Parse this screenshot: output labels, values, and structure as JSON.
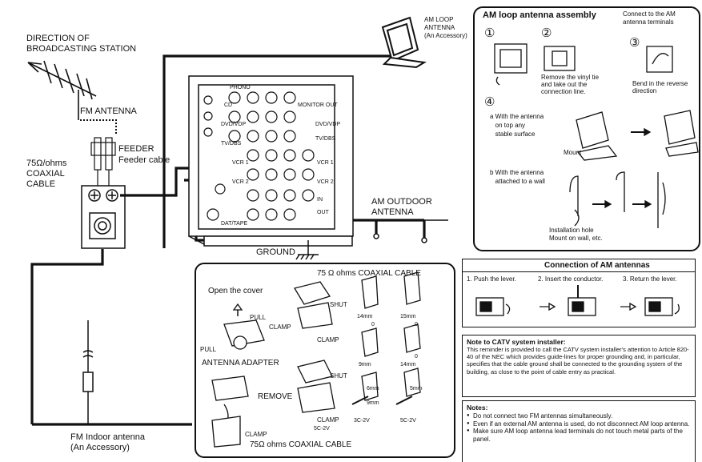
{
  "main_diagram": {
    "direction": "DIRECTION OF\nBROADCASTING STATION",
    "fm_antenna": "FM ANTENNA",
    "feeder": "FEEDER",
    "feeder_cable": "Feeder cable",
    "coax_label": "75Ω/ohms\nCOAXIAL\nCABLE",
    "am_loop": "AM LOOP\nANTENNA\n(An Accessory)",
    "am_outdoor": "AM OUTDOOR\nANTENNA",
    "ground": "GROUND",
    "fm_indoor": "FM Indoor antenna\n(An Accessory)"
  },
  "receiver_panel": {
    "labels": [
      "PHONO",
      "CD",
      "DVD/VDP",
      "TV/DBS",
      "VCR 1",
      "VCR 2",
      "DAT/TAPE",
      "MONITOR OUT",
      "DVD/VDP",
      "TV/DBS",
      "VCR 1",
      "VCR 2",
      "IN",
      "OUT"
    ]
  },
  "am_assembly": {
    "title": "AM loop antenna assembly",
    "step1": "①",
    "step2": "②",
    "step3": "③",
    "step4": "④",
    "connect": "Connect to the AM\nantenna terminals",
    "remove_vinyl": "Remove the vinyl tie\nand take out the\nconnection line.",
    "bend": "Bend in the reverse\ndirection",
    "a_text": "a With the antenna\n   on top any\n   stable surface",
    "mount": "Mount",
    "b_text": "b With the antenna\n   attached to a wall",
    "install": "Installation hole\nMount on wall, etc."
  },
  "coax_box": {
    "title": "75 Ω    ohms COAXIAL CABLE",
    "open_cover": "Open the cover",
    "pull": "PULL",
    "pull2": "PULL",
    "clamp": "CLAMP",
    "clamp2": "CLAMP",
    "clamp3": "CLAMP",
    "clamp4": "CLAMP",
    "shut": "SHUT",
    "shut2": "SHUT",
    "adapter": "ANTENNA ADAPTER",
    "remove": "REMOVE",
    "cable_5c": "5C-2V",
    "cable_3c": "3C-2V",
    "cable_5c_b": "5C-2V",
    "footer": "75Ω    ohms COAXIAL CABLE",
    "dims": [
      "14mm",
      "0",
      "15mm",
      "0",
      "9mm",
      "6mm",
      "14mm",
      "0",
      "5mm",
      "9mm"
    ]
  },
  "am_connection": {
    "title": "Connection of AM antennas",
    "step1": "1. Push the lever.",
    "step2": "2. Insert the conductor.",
    "step3": "3. Return the lever."
  },
  "catv_note": {
    "title": "Note to CATV system installer:",
    "body": "This reminder is provided to call the CATV system installer's attention to Article 820-40 of the NEC which provides guide-lines for proper grounding and, in particular, specifies that the cable ground shall be connected to the grounding system of the building, as close to the point of cable entry as practical."
  },
  "notes": {
    "title": "Notes:",
    "items": [
      "Do not connect two FM antennas simultaneously.",
      "Even if an external AM antenna is used, do not disconnect AM loop antenna.",
      "Make sure AM loop antenna lead terminals do not touch metal parts of the panel."
    ]
  }
}
